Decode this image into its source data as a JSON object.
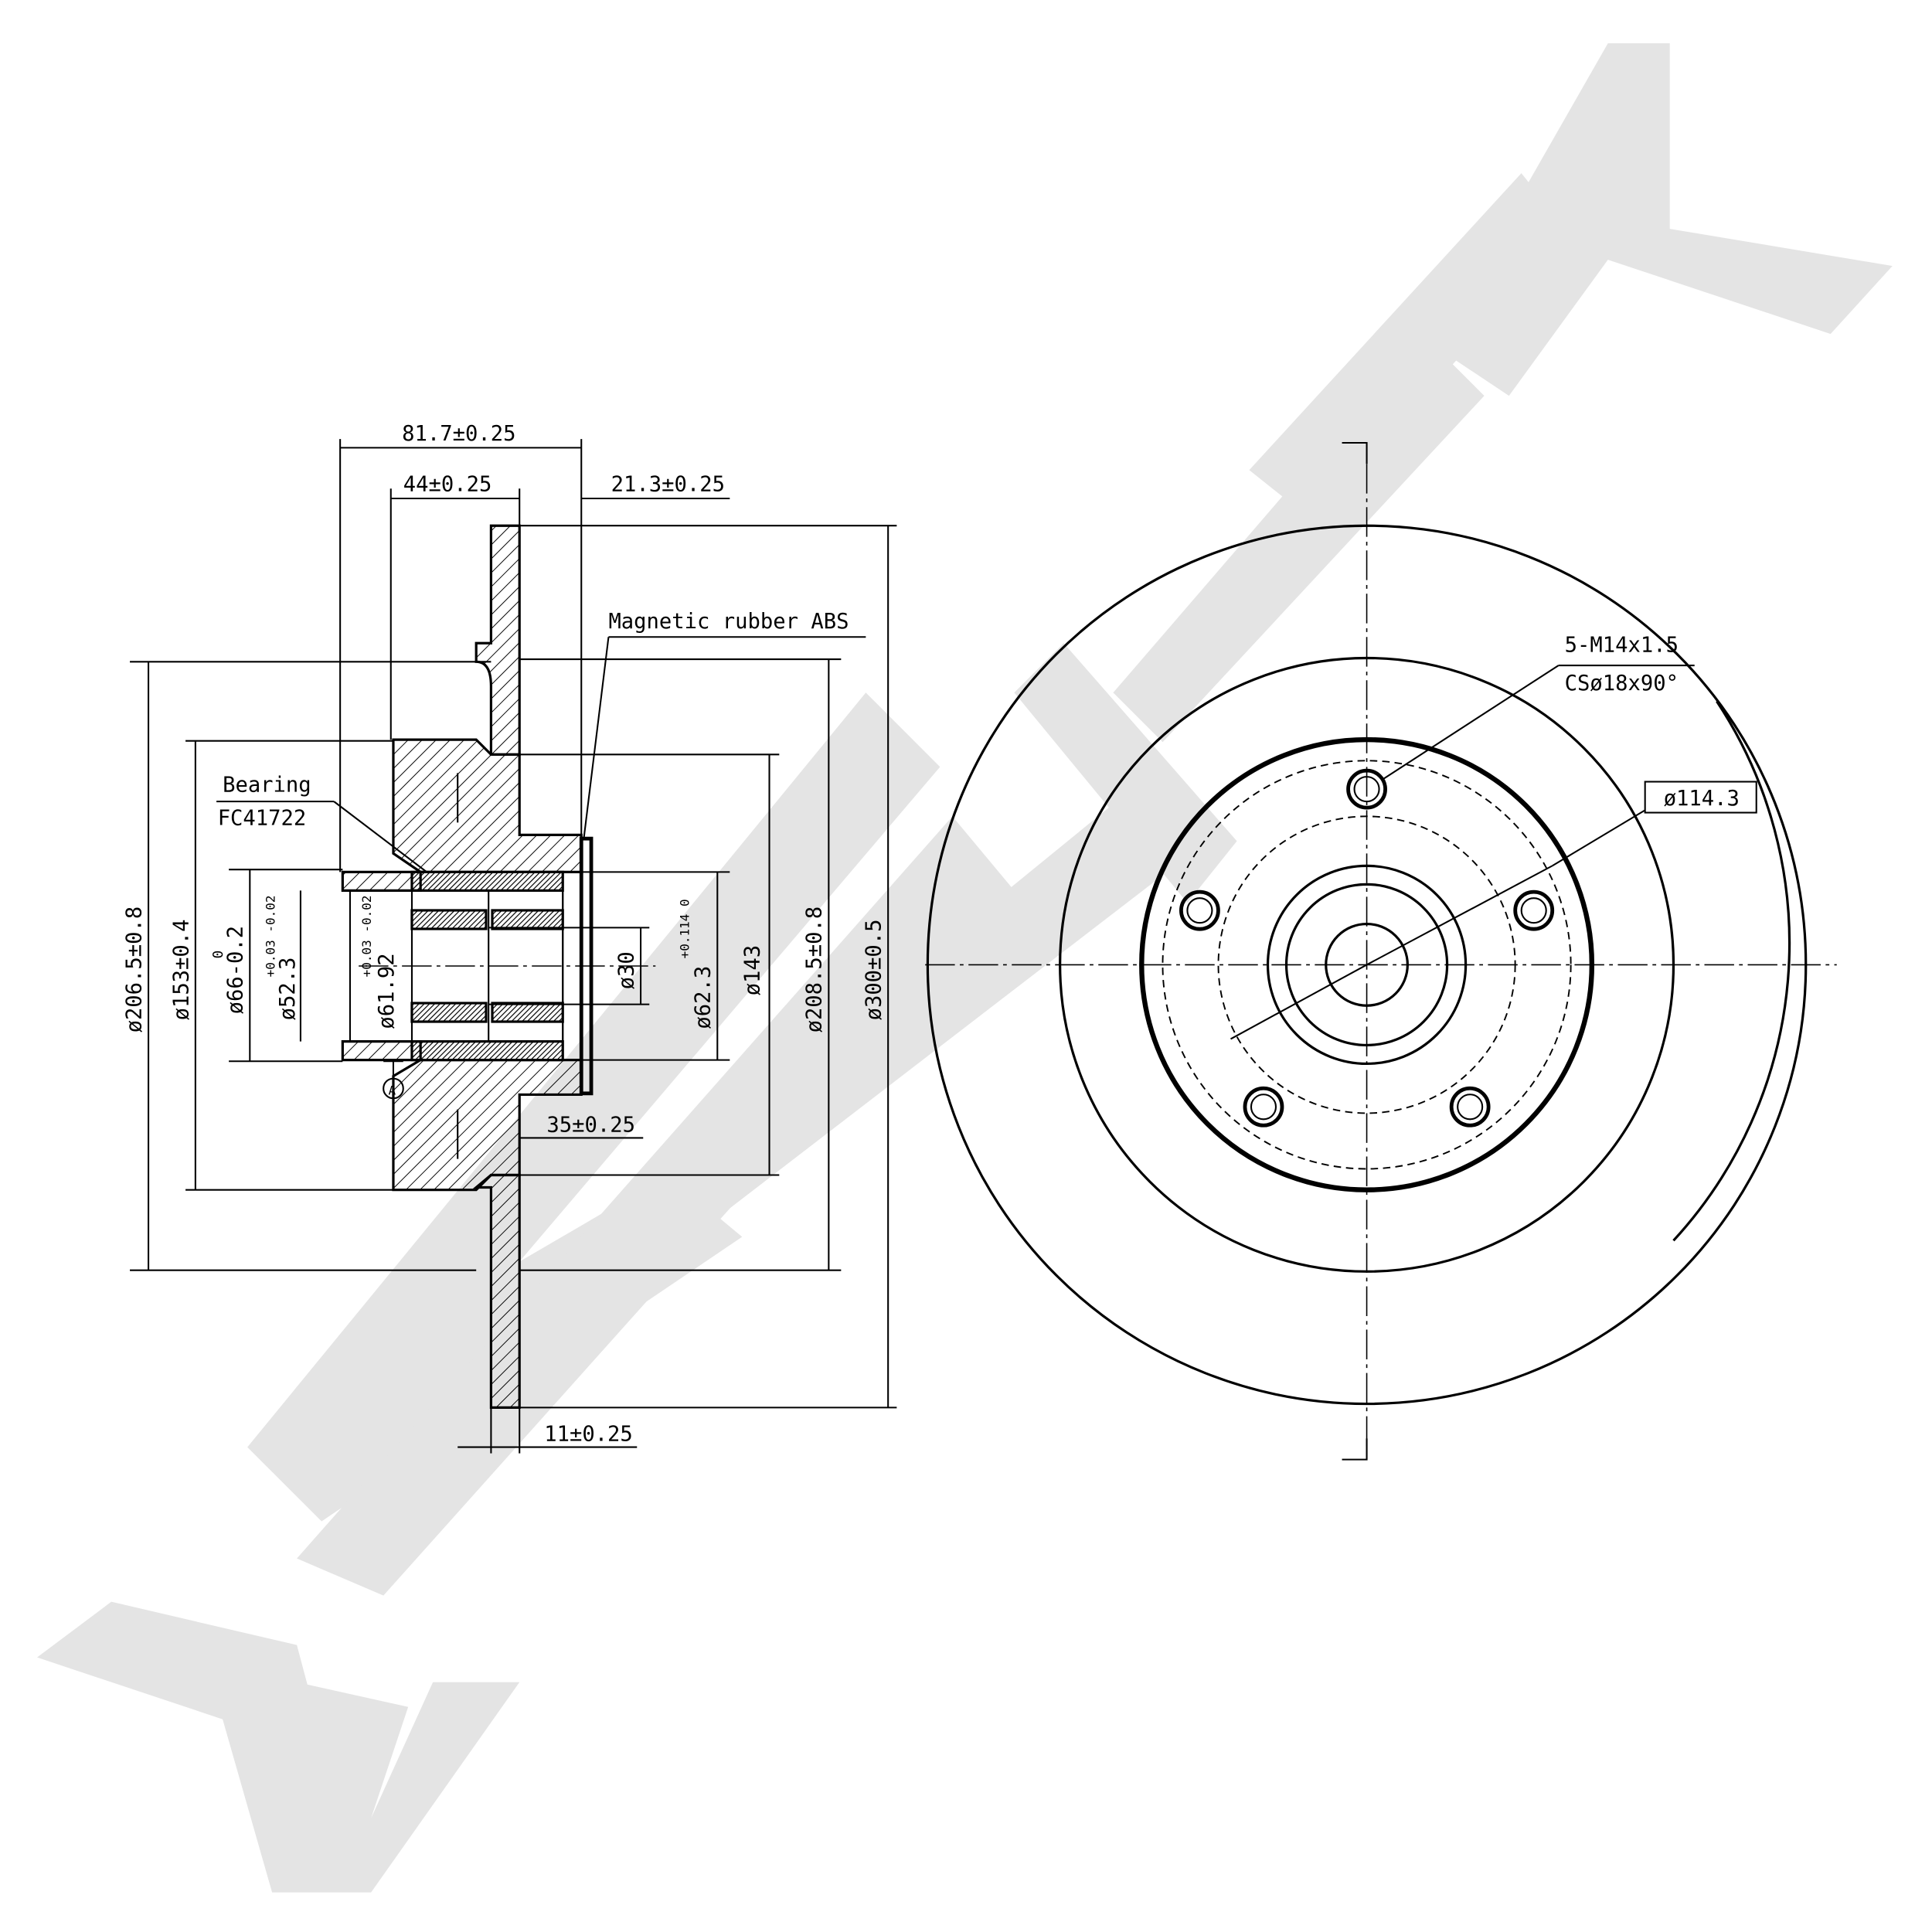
{
  "colors": {
    "line": "#000000",
    "watermark": "#e4e4e4",
    "background": "#ffffff"
  },
  "section_view": {
    "dims": {
      "overall_width": "81.7±0.25",
      "hub_offset": "44±0.25",
      "flange_offset": "21.3±0.25",
      "hub_step": "35±0.25",
      "disc_thickness": "11±0.25",
      "d_206": "ø206.5±0.8",
      "d_153": "ø153±0.4",
      "d_66": "ø66-0.2",
      "d_66_tol_upper": "0",
      "d_52": "ø52.3",
      "d_52_tol": "+0.03 -0.02",
      "d_61": "ø61.92",
      "d_61_tol": "+0.03 -0.02",
      "d_30": "ø30",
      "d_62": "ø62.3",
      "d_62_tol": "+0.114 0",
      "d_143": "ø143",
      "d_208": "ø208.5±0.8",
      "d_300": "ø300±0.5"
    },
    "labels": {
      "abs": "Magnetic rubber ABS",
      "bearing": "Bearing",
      "bearing_code": "FC41722",
      "datum": "A"
    }
  },
  "front_view": {
    "thread_note": "5-M14x1.5",
    "countersink_note": "CSø18x90°",
    "pcd": "ø114.3",
    "bolt_count": 5
  }
}
